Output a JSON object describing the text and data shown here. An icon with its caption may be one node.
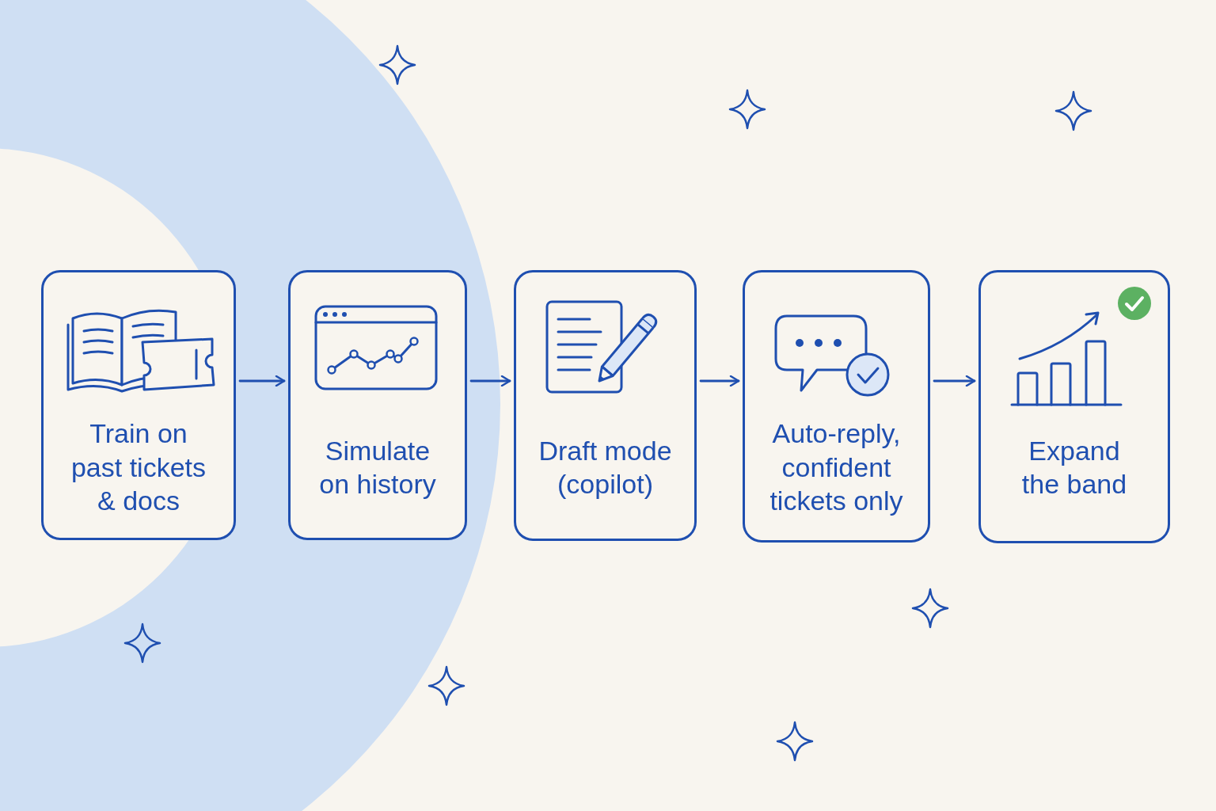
{
  "diagram": {
    "nodes": [
      {
        "text": [
          "Train on past tickets & docs"
        ]
      },
      {
        "text": [
          "Simulate on history"
        ]
      },
      {
        "text": [
          "Draft mode (copilot)"
        ]
      },
      {
        "text": [
          "Auto-reply, confident tickets only"
        ]
      },
      {
        "text": [
          "Expand the band"
        ]
      }
    ],
    "edges": [
      {
        "from": 0,
        "to": 1,
        "arrow": "to"
      },
      {
        "from": 1,
        "to": 2,
        "arrow": "to"
      },
      {
        "from": 2,
        "to": 3,
        "arrow": "to"
      },
      {
        "from": 3,
        "to": 4,
        "arrow": "to"
      }
    ]
  }
}
